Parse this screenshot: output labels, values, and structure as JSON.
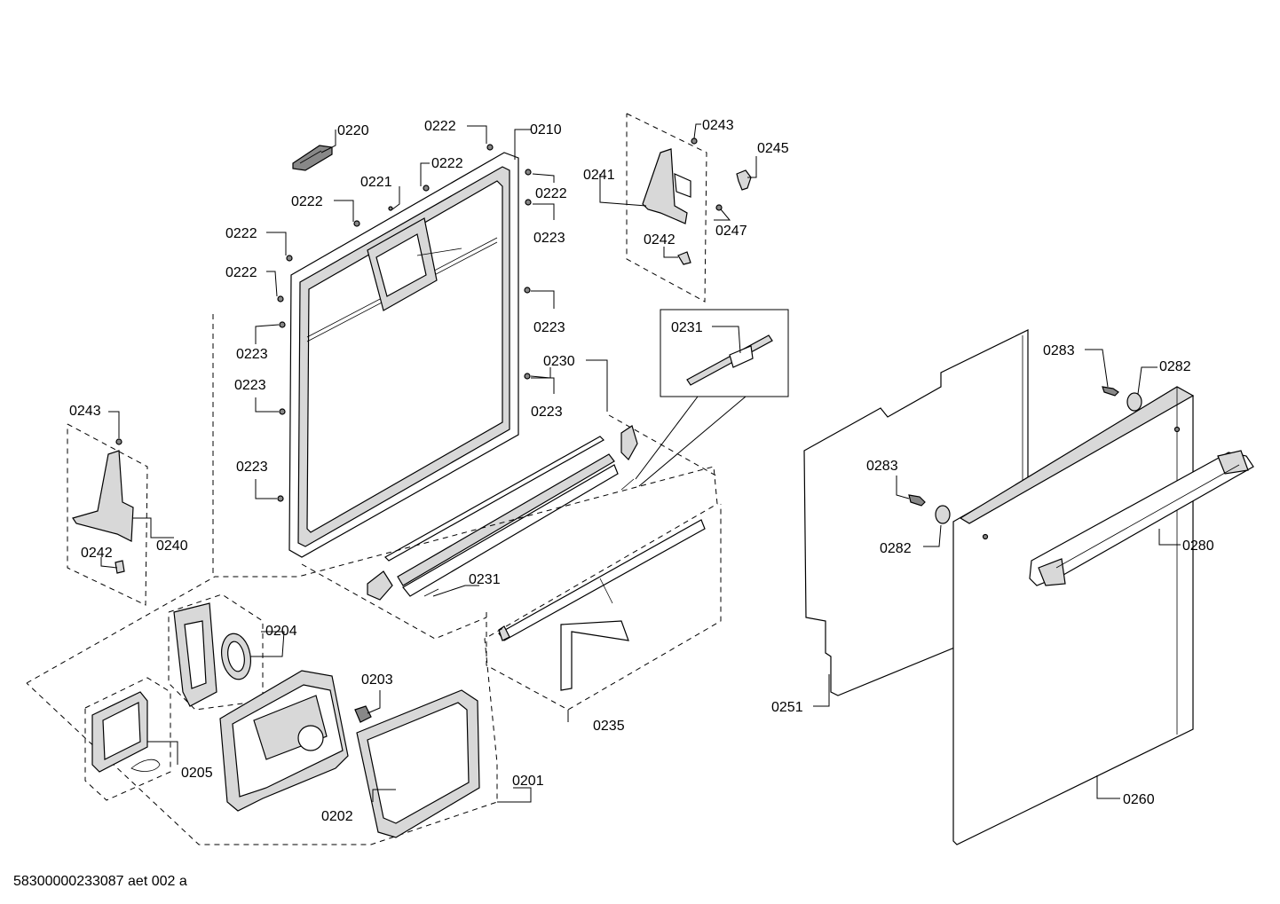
{
  "drawing_id": "58300000233087 aet 002 a",
  "callouts": [
    {
      "id": "lbl-0220",
      "text": "0220"
    },
    {
      "id": "lbl-0222-a",
      "text": "0222"
    },
    {
      "id": "lbl-0210",
      "text": "0210"
    },
    {
      "id": "lbl-0222-b",
      "text": "0222"
    },
    {
      "id": "lbl-0221",
      "text": "0221"
    },
    {
      "id": "lbl-0222-c",
      "text": "0222"
    },
    {
      "id": "lbl-0222-d",
      "text": "0222"
    },
    {
      "id": "lbl-0222-e",
      "text": "0222"
    },
    {
      "id": "lbl-0222-f",
      "text": "0222"
    },
    {
      "id": "lbl-0223-a",
      "text": "0223"
    },
    {
      "id": "lbl-0223-b",
      "text": "0223"
    },
    {
      "id": "lbl-0223-c",
      "text": "0223"
    },
    {
      "id": "lbl-0223-d",
      "text": "0223"
    },
    {
      "id": "lbl-0223-e",
      "text": "0223"
    },
    {
      "id": "lbl-0223-f",
      "text": "0223"
    },
    {
      "id": "lbl-0230",
      "text": "0230"
    },
    {
      "id": "lbl-0231-a",
      "text": "0231"
    },
    {
      "id": "lbl-0231-b",
      "text": "0231"
    },
    {
      "id": "lbl-0243-a",
      "text": "0243"
    },
    {
      "id": "lbl-0245",
      "text": "0245"
    },
    {
      "id": "lbl-0241",
      "text": "0241"
    },
    {
      "id": "lbl-0247",
      "text": "0247"
    },
    {
      "id": "lbl-0242-a",
      "text": "0242"
    },
    {
      "id": "lbl-0243-b",
      "text": "0243"
    },
    {
      "id": "lbl-0240",
      "text": "0240"
    },
    {
      "id": "lbl-0242-b",
      "text": "0242"
    },
    {
      "id": "lbl-0204",
      "text": "0204"
    },
    {
      "id": "lbl-0203",
      "text": "0203"
    },
    {
      "id": "lbl-0205",
      "text": "0205"
    },
    {
      "id": "lbl-0202",
      "text": "0202"
    },
    {
      "id": "lbl-0201",
      "text": "0201"
    },
    {
      "id": "lbl-0235",
      "text": "0235"
    },
    {
      "id": "lbl-0283-a",
      "text": "0283"
    },
    {
      "id": "lbl-0282-a",
      "text": "0282"
    },
    {
      "id": "lbl-0283-b",
      "text": "0283"
    },
    {
      "id": "lbl-0282-b",
      "text": "0282"
    },
    {
      "id": "lbl-0280",
      "text": "0280"
    },
    {
      "id": "lbl-0251",
      "text": "0251"
    },
    {
      "id": "lbl-0260",
      "text": "0260"
    }
  ]
}
